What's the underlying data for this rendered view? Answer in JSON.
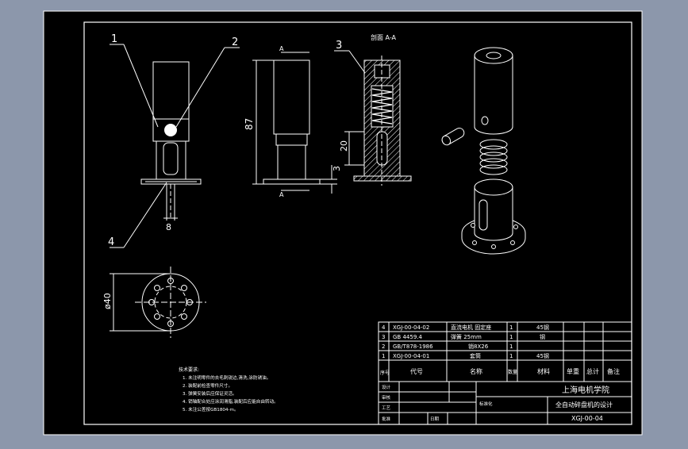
{
  "colors": {
    "background": "#8c97ab",
    "sheet": "#000000",
    "line": "#ffffff",
    "hatch": "#ffffff"
  },
  "balloons": {
    "b1": "1",
    "b2": "2",
    "b3": "3",
    "b4": "4"
  },
  "section_label": "剖面 A-A",
  "cut_marker": "A",
  "dimensions": {
    "height_87": "87",
    "slot_20": "20",
    "base_3": "3",
    "slot_8": "8",
    "diameter_40": "ø40"
  },
  "bom": {
    "rows": [
      {
        "no": "4",
        "code": "XGJ-00-04-02",
        "name": "直流电机 固定座",
        "qty": "1",
        "material": "45钢"
      },
      {
        "no": "3",
        "code": "GB 4459.4",
        "name": "弹簧 25mm",
        "qty": "1",
        "material": "钢"
      },
      {
        "no": "2",
        "code": "GB/T878-1986",
        "name": "销8X26",
        "qty": "1",
        "material": ""
      },
      {
        "no": "1",
        "code": "XGJ-00-04-01",
        "name": "套筒",
        "qty": "1",
        "material": "45钢"
      }
    ],
    "header": {
      "no": "序号",
      "code": "代号",
      "name": "名称",
      "qty": "数量",
      "material": "材料",
      "unit_weight": "单重",
      "total_weight": "总计",
      "remark": "备注"
    }
  },
  "title_block": {
    "school": "上海电机学院",
    "title": "全自动碎盘机的设计",
    "drawing_no": "XGJ-00-04",
    "labels": {
      "design": "设计",
      "check": "审核",
      "process": "工艺",
      "standard": "标准化",
      "approve": "批准",
      "date": "日期"
    }
  },
  "notes": {
    "title": "技术要求:",
    "lines": [
      "1. 未注明零件的去毛刺锐边,清洗,涂防锈油。",
      "2. 装配前检查零件尺寸。",
      "3. 弹簧安装后应保证灵活。",
      "4. 销轴配合处应涂润滑脂,装配后应能自由转动。",
      "5. 未注公差按GB1804-m。"
    ]
  }
}
